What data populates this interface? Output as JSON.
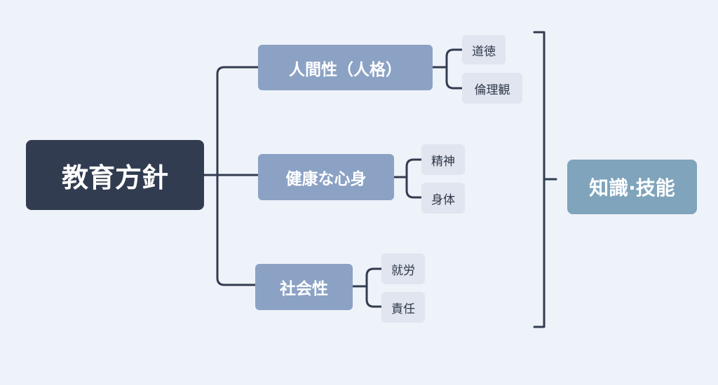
{
  "root": {
    "label": "教育方針"
  },
  "branches": [
    {
      "label": "人間性（人格）",
      "children": [
        "道徳",
        "倫理観"
      ]
    },
    {
      "label": "健康な心身",
      "children": [
        "精神",
        "身体"
      ]
    },
    {
      "label": "社会性",
      "children": [
        "就労",
        "責任"
      ]
    }
  ],
  "summary": {
    "label": "知識·技能"
  },
  "colors": {
    "background": "#eef2f9",
    "root": "#323c50",
    "branch": "#8ba2c4",
    "leaf": "#e0e5ef",
    "summary": "#7fa4bb",
    "connector": "#323c50"
  }
}
